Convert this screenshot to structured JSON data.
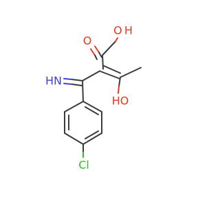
{
  "molecule": {
    "atoms": {
      "oh_acid": {
        "label": "O H",
        "color": "#e8361f"
      },
      "o_carbonyl": {
        "label": "O",
        "color": "#e8361f"
      },
      "imine": {
        "label": "HN",
        "color": "#3f3fd8"
      },
      "oh_enol": {
        "label": "HO",
        "color": "#e8361f"
      },
      "chlorine": {
        "label": "Cl",
        "color": "#2fbf1f"
      }
    }
  }
}
